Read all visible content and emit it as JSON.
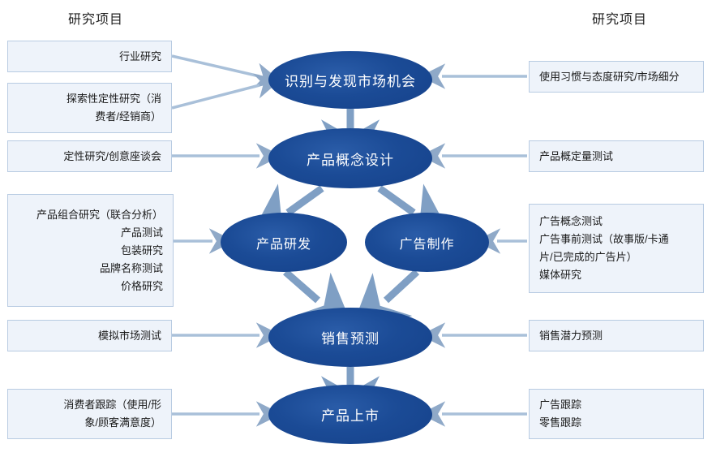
{
  "headers": {
    "left": "研究项目",
    "right": "研究项目"
  },
  "colors": {
    "box_fill": "#eef3fa",
    "box_border": "#b8cbe2",
    "ellipse_fill": "#1b4b96",
    "arrow": "#8fa9c8",
    "text": "#1a1a1a",
    "ellipse_text": "#ffffff"
  },
  "stages": [
    {
      "id": "stage-1",
      "label": "识别与发现市场机会"
    },
    {
      "id": "stage-2",
      "label": "产品概念设计"
    },
    {
      "id": "stage-3a",
      "label": "产品研发"
    },
    {
      "id": "stage-3b",
      "label": "广告制作"
    },
    {
      "id": "stage-4",
      "label": "销售预测"
    },
    {
      "id": "stage-5",
      "label": "产品上市"
    }
  ],
  "left_boxes": [
    {
      "id": "left-box-1",
      "lines": [
        "行业研究"
      ]
    },
    {
      "id": "left-box-2",
      "lines": [
        "探索性定性研究（消",
        "费者/经销商）"
      ]
    },
    {
      "id": "left-box-3",
      "lines": [
        "定性研究/创意座谈会"
      ]
    },
    {
      "id": "left-box-4",
      "lines": [
        "产品组合研究（联合分析）",
        "产品测试",
        "包装研究",
        "品牌名称测试",
        "价格研究"
      ]
    },
    {
      "id": "left-box-5",
      "lines": [
        "模拟市场测试"
      ]
    },
    {
      "id": "left-box-6",
      "lines": [
        "消费者跟踪（使用/形",
        "象/顾客满意度）"
      ]
    }
  ],
  "right_boxes": [
    {
      "id": "right-box-1",
      "lines": [
        "使用习惯与态度研究/市场细分"
      ]
    },
    {
      "id": "right-box-2",
      "lines": [
        "产品概定量测试"
      ]
    },
    {
      "id": "right-box-3",
      "lines": [
        "广告概念测试",
        "广告事前测试（故事版/卡通",
        "片/已完成的广告片）",
        "媒体研究"
      ]
    },
    {
      "id": "right-box-4",
      "lines": [
        "销售潜力预测"
      ]
    },
    {
      "id": "right-box-5",
      "lines": [
        "广告跟踪",
        "零售跟踪"
      ]
    }
  ]
}
